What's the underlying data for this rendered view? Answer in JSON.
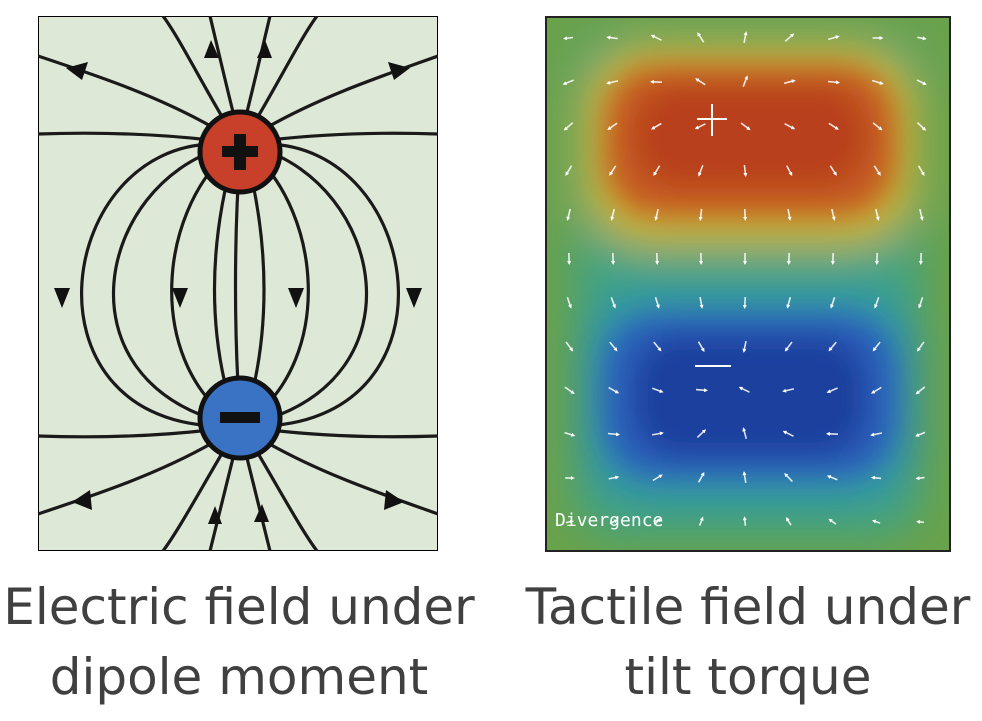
{
  "left_panel": {
    "positive_symbol": "+",
    "negative_symbol": "−",
    "caption_line1": "Electric field under",
    "caption_line2": "dipole moment",
    "colors": {
      "background": "#dde8d6",
      "positive_charge": "#c8402a",
      "negative_charge": "#3a72c4",
      "field_line": "#1a1a1a"
    }
  },
  "right_panel": {
    "heatmap_label": "Divergence",
    "plus_marker": "+",
    "minus_marker": "−",
    "caption_line1": "Tactile field under",
    "caption_line2": "tilt torque",
    "colors": {
      "high": "#c0441e",
      "low": "#1c3f9e",
      "mid": "#3fa07a",
      "edge": "#8aa83a",
      "arrow": "#ffffff"
    }
  }
}
